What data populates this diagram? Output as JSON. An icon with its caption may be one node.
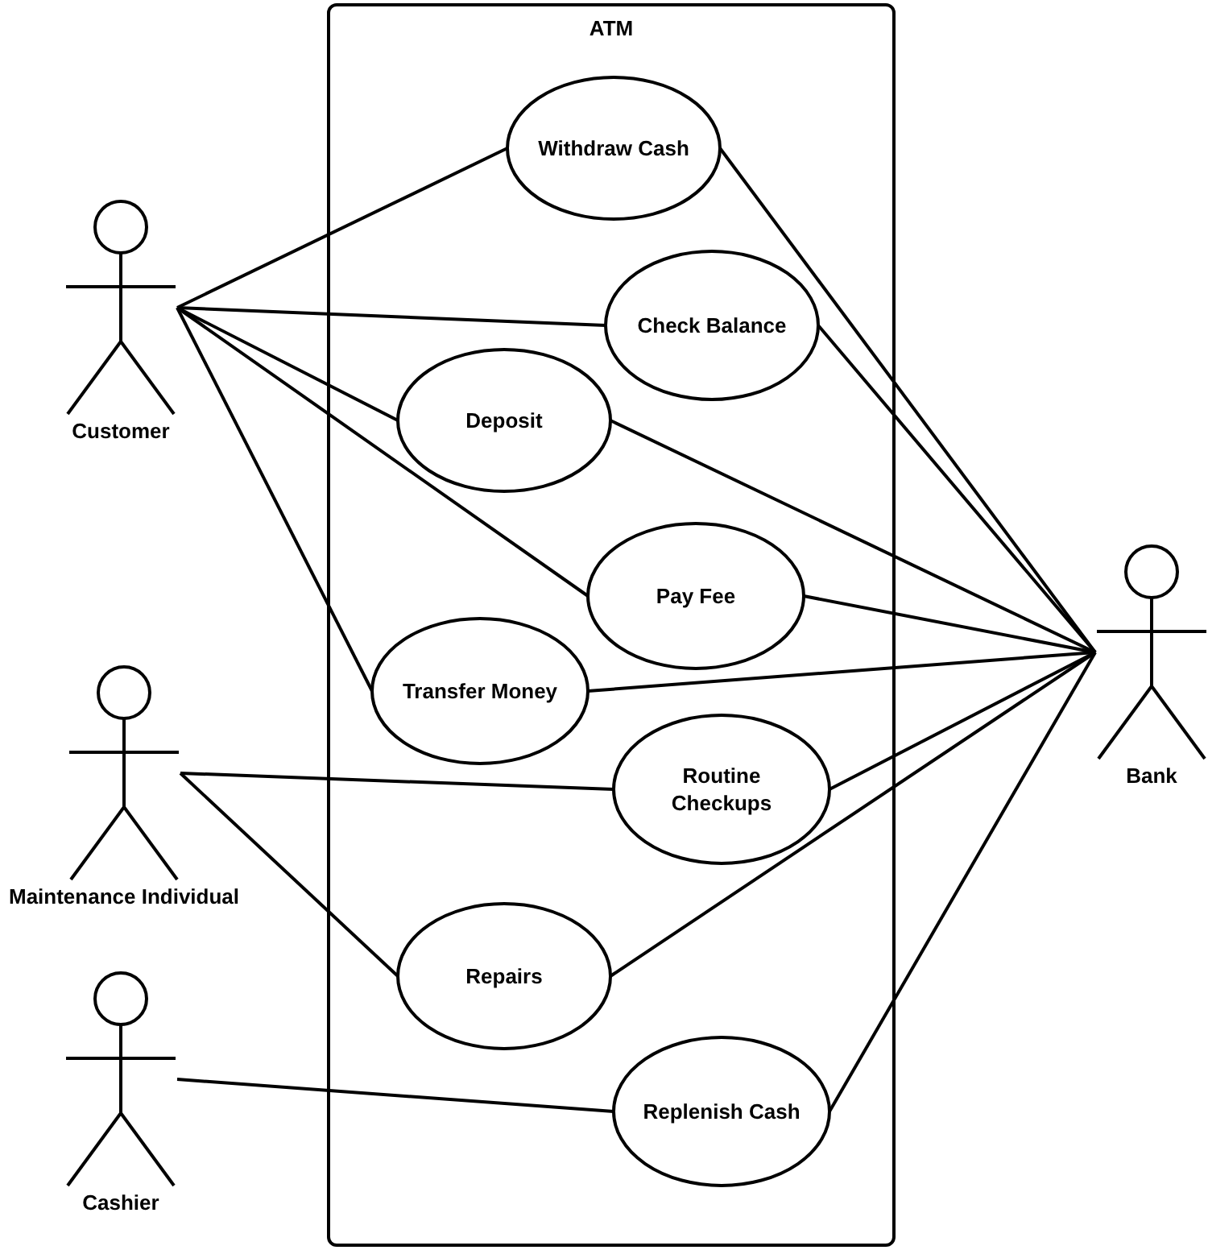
{
  "diagram": {
    "nodes": [
      {
        "text": [
          "ATM"
        ]
      },
      {
        "text": [
          "Withdraw Cash"
        ],
        "in": 0
      },
      {
        "text": [
          "Check Balance"
        ],
        "in": 0
      },
      {
        "text": [
          "Deposit"
        ],
        "in": 0
      },
      {
        "text": [
          "Pay Fee"
        ],
        "in": 0
      },
      {
        "text": [
          "Transfer Money"
        ],
        "in": 0
      },
      {
        "text": [
          "Routine Checkups"
        ],
        "in": 0
      },
      {
        "text": [
          "Repairs"
        ],
        "in": 0
      },
      {
        "text": [
          "Replenish Cash"
        ],
        "in": 0
      },
      {
        "text": [
          "Customer"
        ]
      },
      {
        "text": [
          "Maintenance Individual"
        ]
      },
      {
        "text": [
          "Cashier"
        ]
      },
      {
        "text": [
          "Bank"
        ]
      }
    ],
    "edges": [
      {
        "from": 9,
        "to": 1,
        "arrow": "none"
      },
      {
        "from": 9,
        "to": 2,
        "arrow": "none"
      },
      {
        "from": 9,
        "to": 3,
        "arrow": "none"
      },
      {
        "from": 9,
        "to": 4,
        "arrow": "none"
      },
      {
        "from": 9,
        "to": 5,
        "arrow": "none"
      },
      {
        "from": 10,
        "to": 6,
        "arrow": "none"
      },
      {
        "from": 10,
        "to": 7,
        "arrow": "none"
      },
      {
        "from": 11,
        "to": 8,
        "arrow": "none"
      },
      {
        "from": 1,
        "to": 12,
        "arrow": "none"
      },
      {
        "from": 2,
        "to": 12,
        "arrow": "none"
      },
      {
        "from": 3,
        "to": 12,
        "arrow": "none"
      },
      {
        "from": 4,
        "to": 12,
        "arrow": "none"
      },
      {
        "from": 5,
        "to": 12,
        "arrow": "none"
      },
      {
        "from": 6,
        "to": 12,
        "arrow": "none"
      },
      {
        "from": 7,
        "to": 12,
        "arrow": "none"
      },
      {
        "from": 8,
        "to": 12,
        "arrow": "none"
      }
    ]
  }
}
